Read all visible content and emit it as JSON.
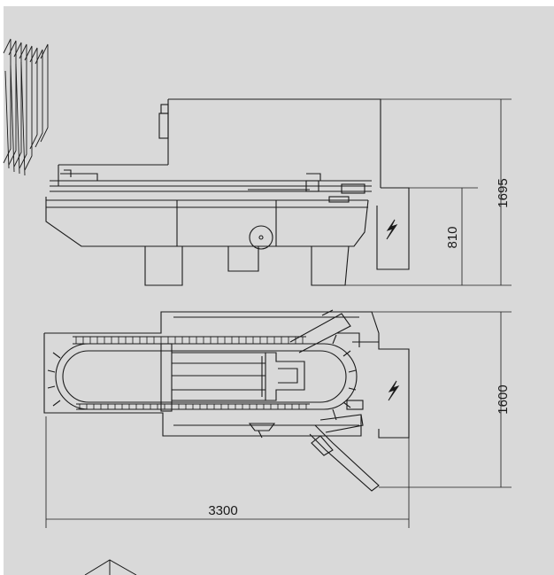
{
  "drawing": {
    "background_color": "#d9d9d9",
    "line_color": "#1a1a1a",
    "views": [
      "side-elevation",
      "top-plan"
    ],
    "dimensions": {
      "overall_height": "1695",
      "table_height": "810",
      "width": "1600",
      "length": "3300"
    },
    "icons": [
      "lightning-symbol-icon",
      "lightning-symbol-icon",
      "stacked-panels-icon"
    ]
  }
}
